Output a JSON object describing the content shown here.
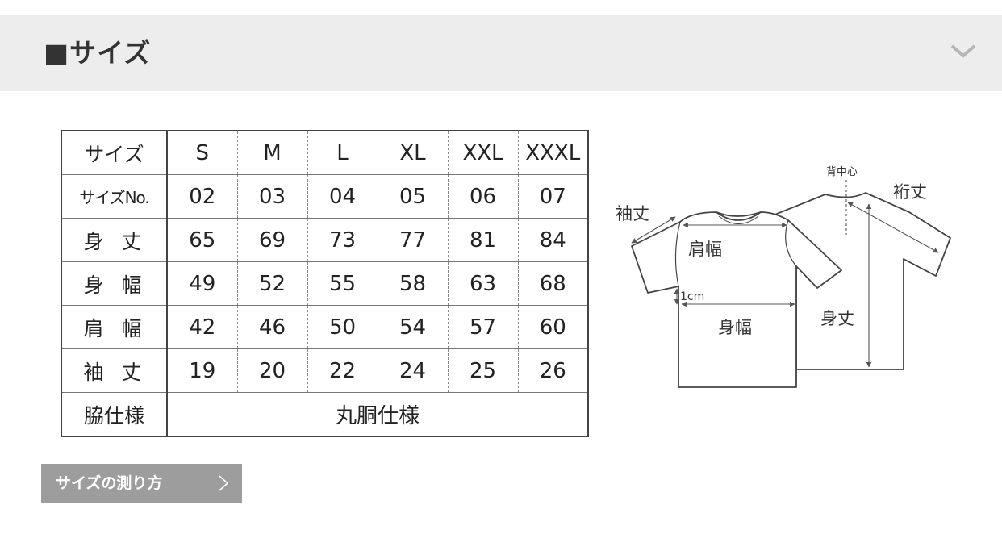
{
  "section": {
    "title": "■サイズ",
    "toggle_icon": "chevron-down-icon"
  },
  "size_table": {
    "header_row": {
      "label": "サイズ",
      "sizes": [
        "S",
        "M",
        "L",
        "XL",
        "XXL",
        "XXXL"
      ]
    },
    "rows": [
      {
        "label": "サイズNo.",
        "values": [
          "02",
          "03",
          "04",
          "05",
          "06",
          "07"
        ]
      },
      {
        "label": "身丈",
        "values": [
          "65",
          "69",
          "73",
          "77",
          "81",
          "84"
        ]
      },
      {
        "label": "身幅",
        "values": [
          "49",
          "52",
          "55",
          "58",
          "63",
          "68"
        ]
      },
      {
        "label": "肩幅",
        "values": [
          "42",
          "46",
          "50",
          "54",
          "57",
          "60"
        ]
      },
      {
        "label": "袖丈",
        "values": [
          "19",
          "20",
          "22",
          "24",
          "25",
          "26"
        ]
      }
    ],
    "side_spec": {
      "label": "脇仕様",
      "value": "丸胴仕様"
    }
  },
  "diagram": {
    "labels": {
      "back_center": "背中心",
      "yuki": "裄丈",
      "sleeve_length": "袖丈",
      "shoulder_width": "肩幅",
      "one_cm": "1cm",
      "body_width": "身幅",
      "body_length": "身丈"
    },
    "line_color": "#444444"
  },
  "measure_button": {
    "label": "サイズの測り方",
    "icon": "chevron-right-icon",
    "color": "#9d9d9d"
  }
}
